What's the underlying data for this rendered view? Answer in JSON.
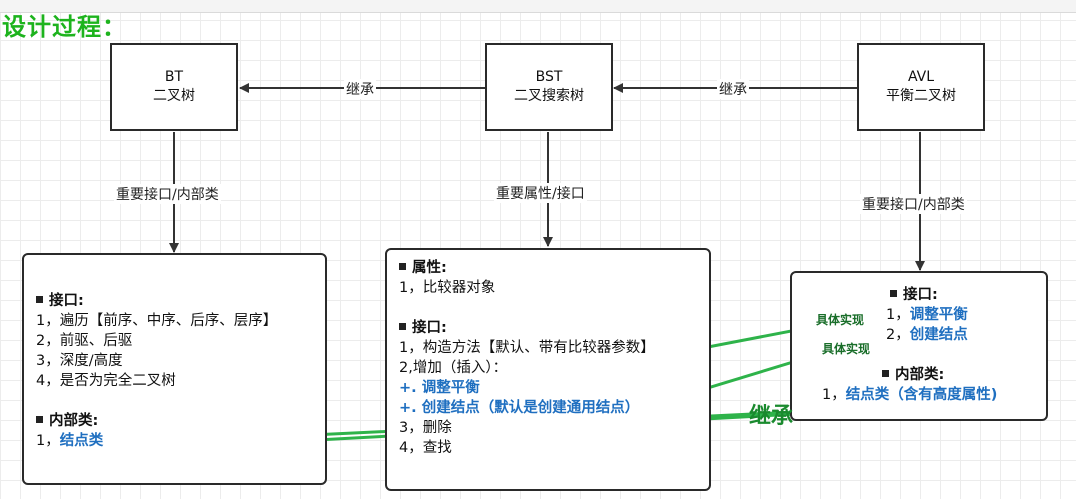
{
  "heading": "设计过程：",
  "classes": {
    "bt": {
      "abbr": "BT",
      "name": "二叉树"
    },
    "bst": {
      "abbr": "BST",
      "name": "二叉搜索树"
    },
    "avl": {
      "abbr": "AVL",
      "name": "平衡二叉树"
    }
  },
  "edge_labels": {
    "bst_to_bt": "继承",
    "avl_to_bst": "继承",
    "bt_down": "重要接口/内部类",
    "bst_down": "重要属性/接口",
    "avl_down": "重要接口/内部类"
  },
  "bt_panel": {
    "interfaces_title": "接口:",
    "interfaces": [
      "1，遍历【前序、中序、后序、层序】",
      "2，前驱、后驱",
      "3，深度/高度",
      "4，是否为完全二叉树"
    ],
    "inner_title": "内部类:",
    "inner_prefix": "1，",
    "inner_item": "结点类"
  },
  "bst_panel": {
    "attrs_title": "属性:",
    "attrs": [
      "1，比较器对象"
    ],
    "interfaces_title": "接口:",
    "interfaces_a": [
      "1，构造方法【默认、带有比较器参数】",
      "2,增加（插入）："
    ],
    "hooks": [
      "+. 调整平衡",
      "+. 创建结点（默认是创建通用结点）"
    ],
    "interfaces_b": [
      "3，删除",
      "4，查找"
    ]
  },
  "avl_panel": {
    "interfaces_title": "接口:",
    "item1_prefix": "1，",
    "item1": "调整平衡",
    "item2_prefix": "2，",
    "item2": "创建结点",
    "inner_title": "内部类:",
    "inner_prefix": "1，",
    "inner_item": "结点类（含有高度属性)"
  },
  "annotations": {
    "impl1": "具体实现",
    "impl2": "具体实现",
    "inherit": "继承"
  },
  "colors": {
    "heading": "#1db31d",
    "arrow_green": "#2eb34a",
    "blue_text": "#1f6fc0"
  }
}
